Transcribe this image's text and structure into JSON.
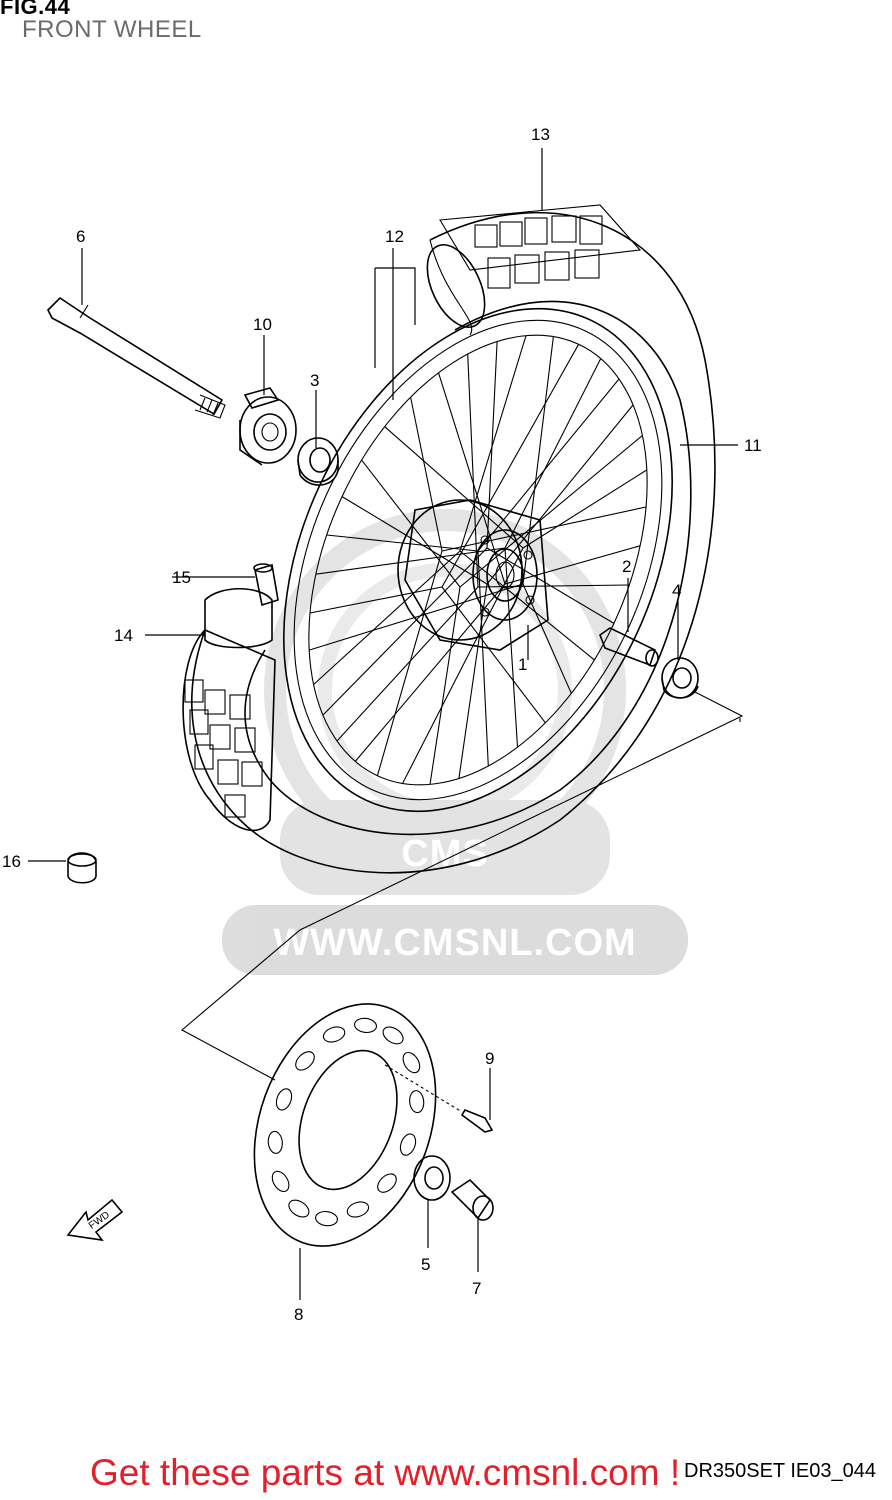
{
  "header": {
    "figure": "FIG.44",
    "subtitle": "FRONT WHEEL"
  },
  "callouts": [
    "1",
    "2",
    "3",
    "4",
    "5",
    "6",
    "7",
    "8",
    "9",
    "10",
    "11",
    "12",
    "13",
    "14",
    "15",
    "16"
  ],
  "watermark": {
    "brand": "CMS",
    "url": "WWW.CMSNL.COM"
  },
  "direction_label": "FWD",
  "footer": {
    "cta": "Get these parts at www.cmsnl.com !",
    "code": "DR350SET IE03_044"
  },
  "colors": {
    "cta": "#e3202a",
    "watermark": "#dcdcdc",
    "lines": "#000000"
  }
}
